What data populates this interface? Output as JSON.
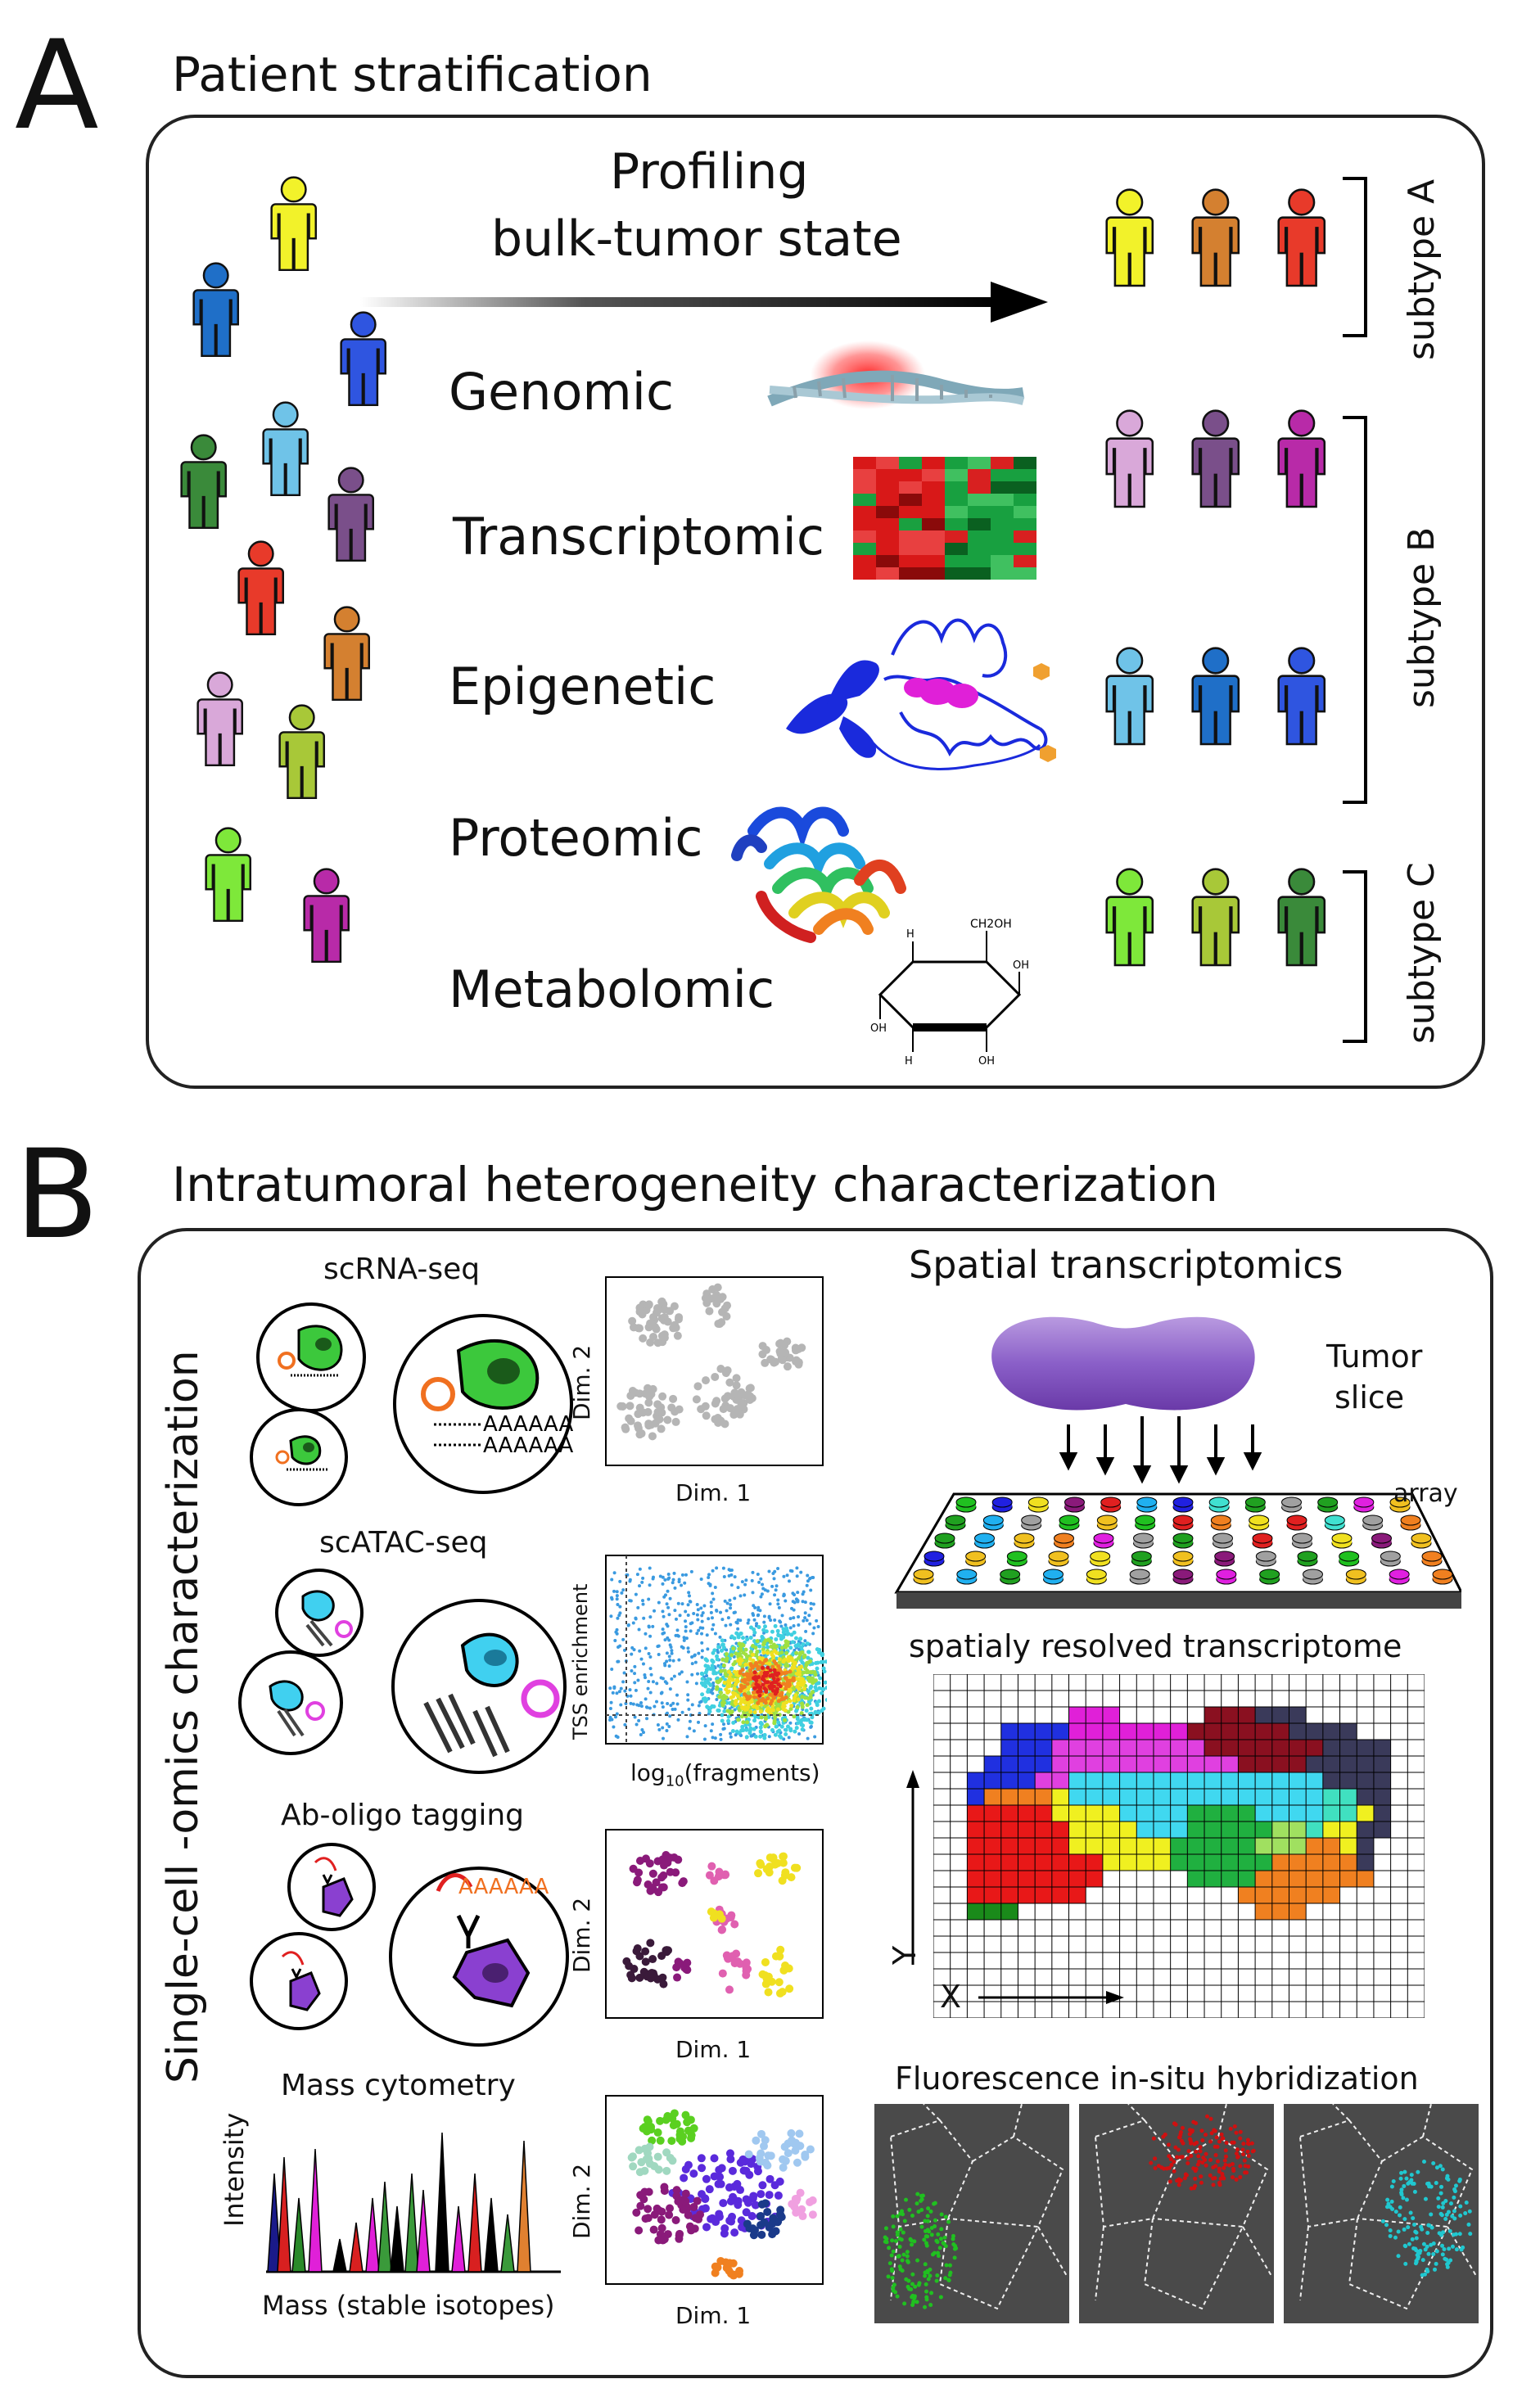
{
  "panel_a": {
    "letter": "A",
    "title": "Patient stratification",
    "arrow_label_line1": "Profiling",
    "arrow_label_line2": "bulk-tumor state",
    "omics": [
      "Genomic",
      "Transcriptomic",
      "Epigenetic",
      "Proteomic",
      "Metabolomic"
    ],
    "subtypes": [
      "subtype A",
      "subtype B",
      "subtype C"
    ],
    "molecule_labels": {
      "top": "CH2OH",
      "oh": "OH",
      "h": "H"
    },
    "patient_colors": [
      "#f2f22a",
      "#1f6fc8",
      "#2f55e0",
      "#3a8a3a",
      "#6fc3e8",
      "#7a4f8a",
      "#e83a2a",
      "#d48030",
      "#d9a8d9",
      "#a8c838",
      "#7ee83a",
      "#b82aa8"
    ],
    "subtype_colors": {
      "A": [
        "#f2f22a",
        "#d48030",
        "#e83a2a"
      ],
      "B1": [
        "#d9a8d9",
        "#7a4f8a",
        "#b82aa8"
      ],
      "B2": [
        "#6fc3e8",
        "#1f6fc8",
        "#2f55e0"
      ],
      "C": [
        "#7ee83a",
        "#a8c838",
        "#3a8a3a"
      ]
    }
  },
  "panel_b": {
    "letter": "B",
    "title": "Intratumoral heterogeneity characterization",
    "side_label": "Single-cell -omics characterization",
    "methods": [
      "scRNA-seq",
      "scATAC-seq",
      "Ab-oligo tagging",
      "Mass cytometry"
    ],
    "polyA": "AAAAAA",
    "plot_labels": {
      "dim1": "Dim. 1",
      "dim2": "Dim. 2",
      "tss_y": "TSS enrichment",
      "tss_x_prefix": "log",
      "tss_x_sub": "10",
      "tss_x_suffix": "(fragments)",
      "intensity": "Intensity",
      "mass": "Mass (stable isotopes)"
    },
    "spatial": {
      "title": "Spatial transcriptomics",
      "tumor_line1": "Tumor",
      "tumor_line2": "slice",
      "array": "array",
      "resolved": "spatialy resolved transcriptome",
      "axis_x": "X",
      "axis_y": "Y",
      "fish": "Fluorescence in-situ hybridization"
    }
  }
}
